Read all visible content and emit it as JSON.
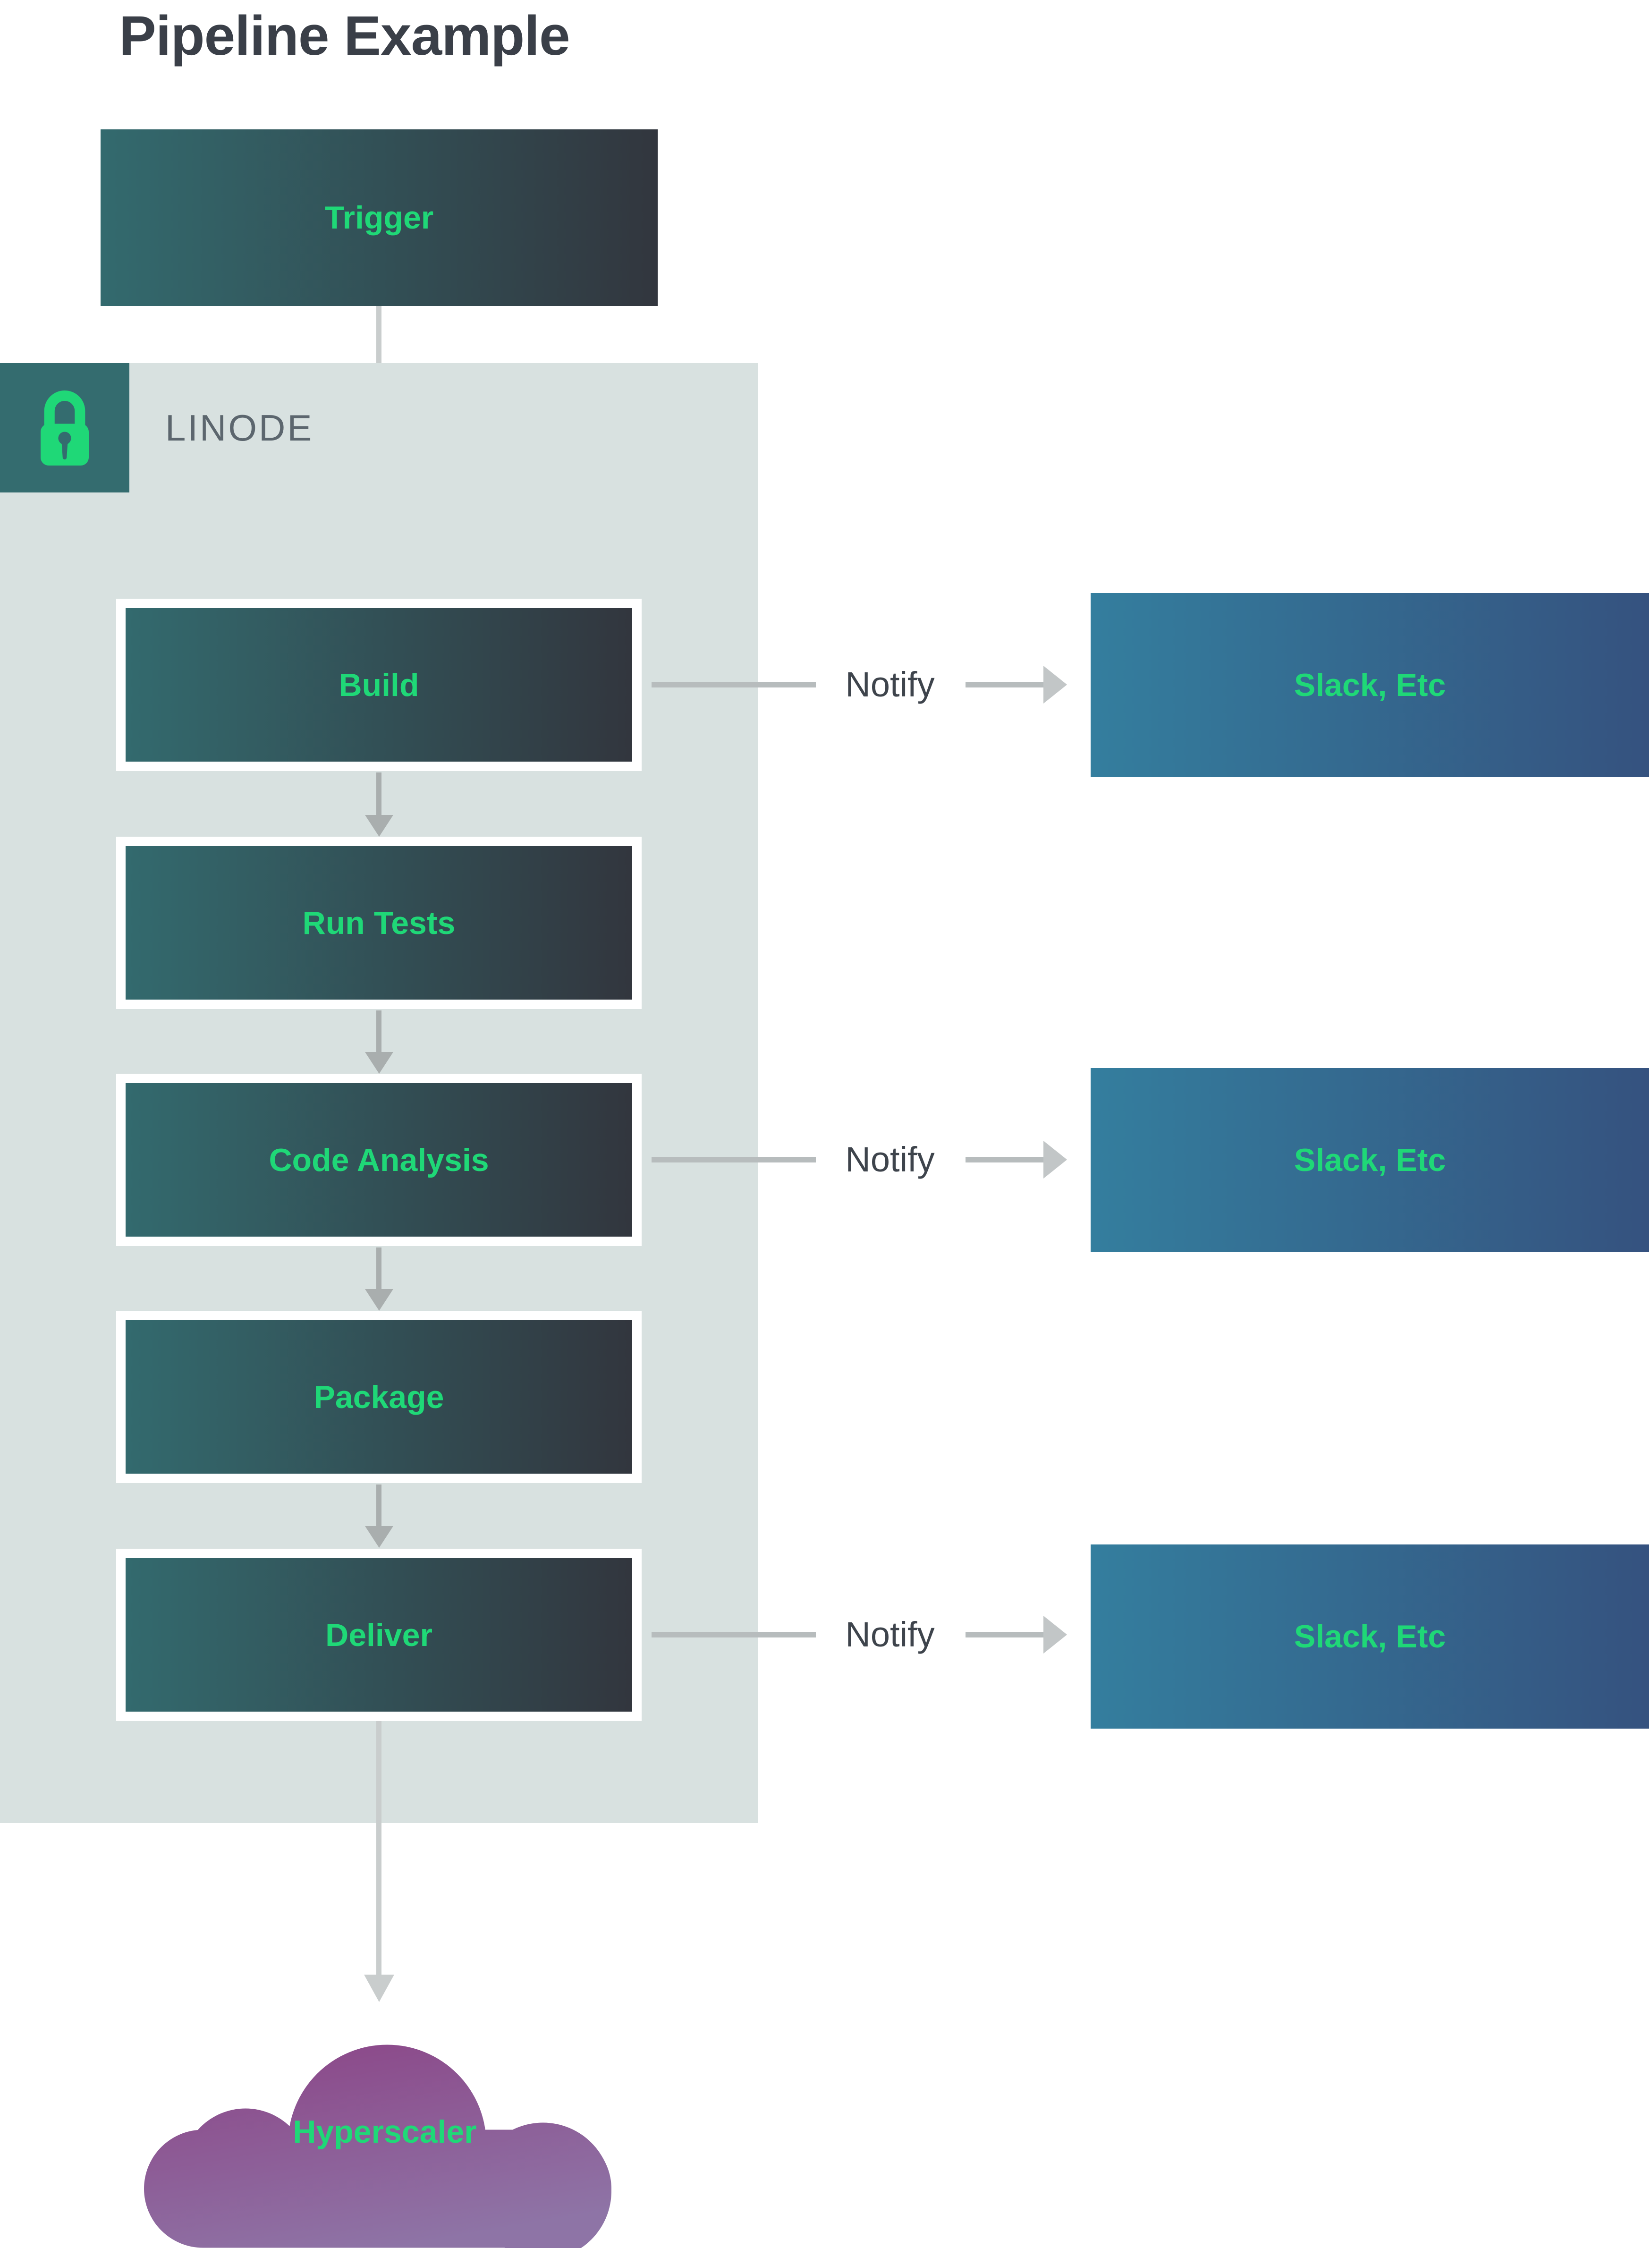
{
  "title": "Pipeline Example",
  "trigger": {
    "label": "Trigger"
  },
  "platform": {
    "name": "LINODE",
    "lock_icon": "lock-icon"
  },
  "stages": [
    {
      "label": "Build",
      "notify": {
        "label": "Notify",
        "target": "Slack, Etc"
      }
    },
    {
      "label": "Run Tests"
    },
    {
      "label": "Code Analysis",
      "notify": {
        "label": "Notify",
        "target": "Slack, Etc"
      }
    },
    {
      "label": "Package"
    },
    {
      "label": "Deliver",
      "notify": {
        "label": "Notify",
        "target": "Slack, Etc"
      }
    }
  ],
  "cloud": {
    "label": "Hyperscaler"
  },
  "colors": {
    "accent_green": "#1fd877",
    "stage_gradient_start": "#336a6e",
    "stage_gradient_end": "#32363e",
    "notify_box_gradient_start": "#347e9e",
    "notify_box_gradient_end": "#35527f",
    "container_background": "#d8e1e0",
    "lock_square_background": "#346c6f",
    "cloud_gradient_start": "#8c4889",
    "cloud_gradient_end": "#8e74a6",
    "title_text": "#3a3f48",
    "secondary_text": "#5c666e",
    "arrow_gray": "#a9aeae"
  }
}
